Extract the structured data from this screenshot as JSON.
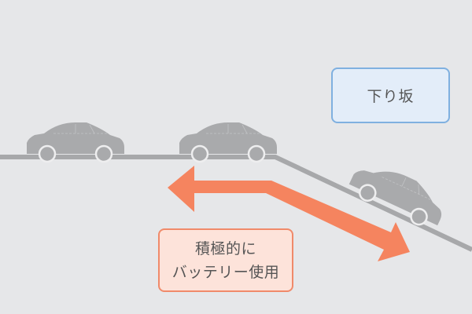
{
  "colors": {
    "background": "#e6e7e9",
    "road": "#a7a8aa",
    "car": "#a9aaac",
    "arrow": "#f5845f",
    "downhill_box_fill": "#e3edf9",
    "downhill_box_border": "#7fb0e0",
    "battery_box_fill": "#fde3da",
    "battery_box_border": "#f08a6a"
  },
  "labels": {
    "downhill": "下り坂",
    "battery_line1": "積極的に",
    "battery_line2": "バッテリー使用"
  },
  "icons": {
    "car": "car-icon",
    "arrow": "double-arrow-icon"
  }
}
